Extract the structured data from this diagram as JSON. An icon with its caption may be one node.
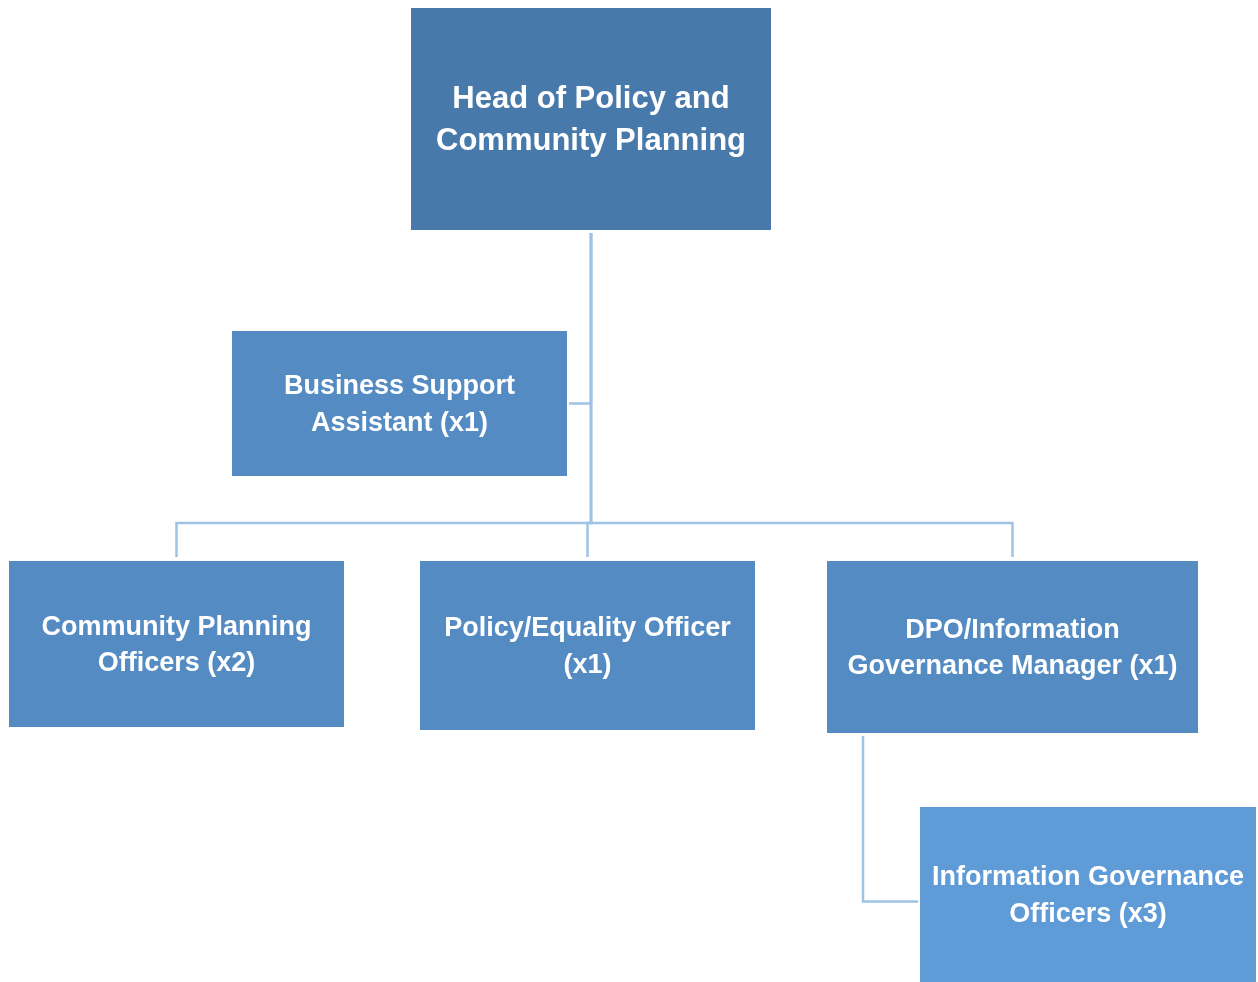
{
  "diagram": {
    "nodes": [
      {
        "text": [
          "Head of Policy and Community Planning"
        ]
      },
      {
        "text": [
          "Business Support Assistant (x1)"
        ]
      },
      {
        "text": [
          "Community Planning Officers (x2)"
        ]
      },
      {
        "text": [
          "Policy/Equality Officer (x1)"
        ]
      },
      {
        "text": [
          "DPO/Information Governance Manager (x1)"
        ]
      },
      {
        "text": [
          "Information Governance Officers (x3)"
        ]
      }
    ],
    "edges": [
      {
        "from": 0,
        "to": 1,
        "arrow": "none"
      },
      {
        "from": 0,
        "to": 2,
        "arrow": "none"
      },
      {
        "from": 0,
        "to": 3,
        "arrow": "none"
      },
      {
        "from": 0,
        "to": 4,
        "arrow": "none"
      },
      {
        "from": 4,
        "to": 5,
        "arrow": "none"
      }
    ]
  }
}
